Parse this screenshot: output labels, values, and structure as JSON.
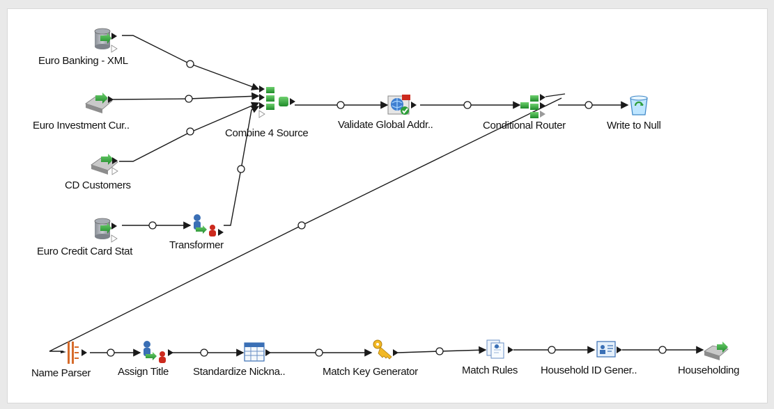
{
  "nodes": [
    {
      "id": "euro-banking",
      "label": "Euro Banking - XML",
      "icon": "database-icon"
    },
    {
      "id": "euro-investment",
      "label": "Euro Investment Cur..",
      "icon": "file-reader-icon"
    },
    {
      "id": "cd-customers",
      "label": "CD Customers",
      "icon": "file-reader-icon"
    },
    {
      "id": "euro-credit",
      "label": "Euro Credit Card Stat",
      "icon": "database-icon"
    },
    {
      "id": "transformer",
      "label": "Transformer",
      "icon": "transformer-icon"
    },
    {
      "id": "combine",
      "label": "Combine 4 Source",
      "icon": "combine-icon"
    },
    {
      "id": "validate",
      "label": "Validate  Global  Addr..",
      "icon": "globe-check-icon"
    },
    {
      "id": "router",
      "label": "Conditional Router",
      "icon": "router-icon"
    },
    {
      "id": "write-null",
      "label": "Write to Null",
      "icon": "recycle-bin-icon"
    },
    {
      "id": "name-parser",
      "label": "Name Parser",
      "icon": "parser-icon"
    },
    {
      "id": "assign-title",
      "label": "Assign Title",
      "icon": "transformer-icon"
    },
    {
      "id": "standardize",
      "label": "Standardize  Nickna..",
      "icon": "table-icon"
    },
    {
      "id": "match-key",
      "label": "Match Key Generator",
      "icon": "key-icon"
    },
    {
      "id": "match-rules",
      "label": "Match Rules",
      "icon": "documents-icon"
    },
    {
      "id": "household-id",
      "label": "Household  ID  Gener..",
      "icon": "id-card-icon"
    },
    {
      "id": "householding",
      "label": "Householding",
      "icon": "file-writer-icon"
    }
  ],
  "colors": {
    "line": "#1a1a1a",
    "green": "#2e9e3a",
    "gray": "#9a9a9a",
    "blue": "#3a6fb5",
    "red": "#cc2a1e"
  }
}
